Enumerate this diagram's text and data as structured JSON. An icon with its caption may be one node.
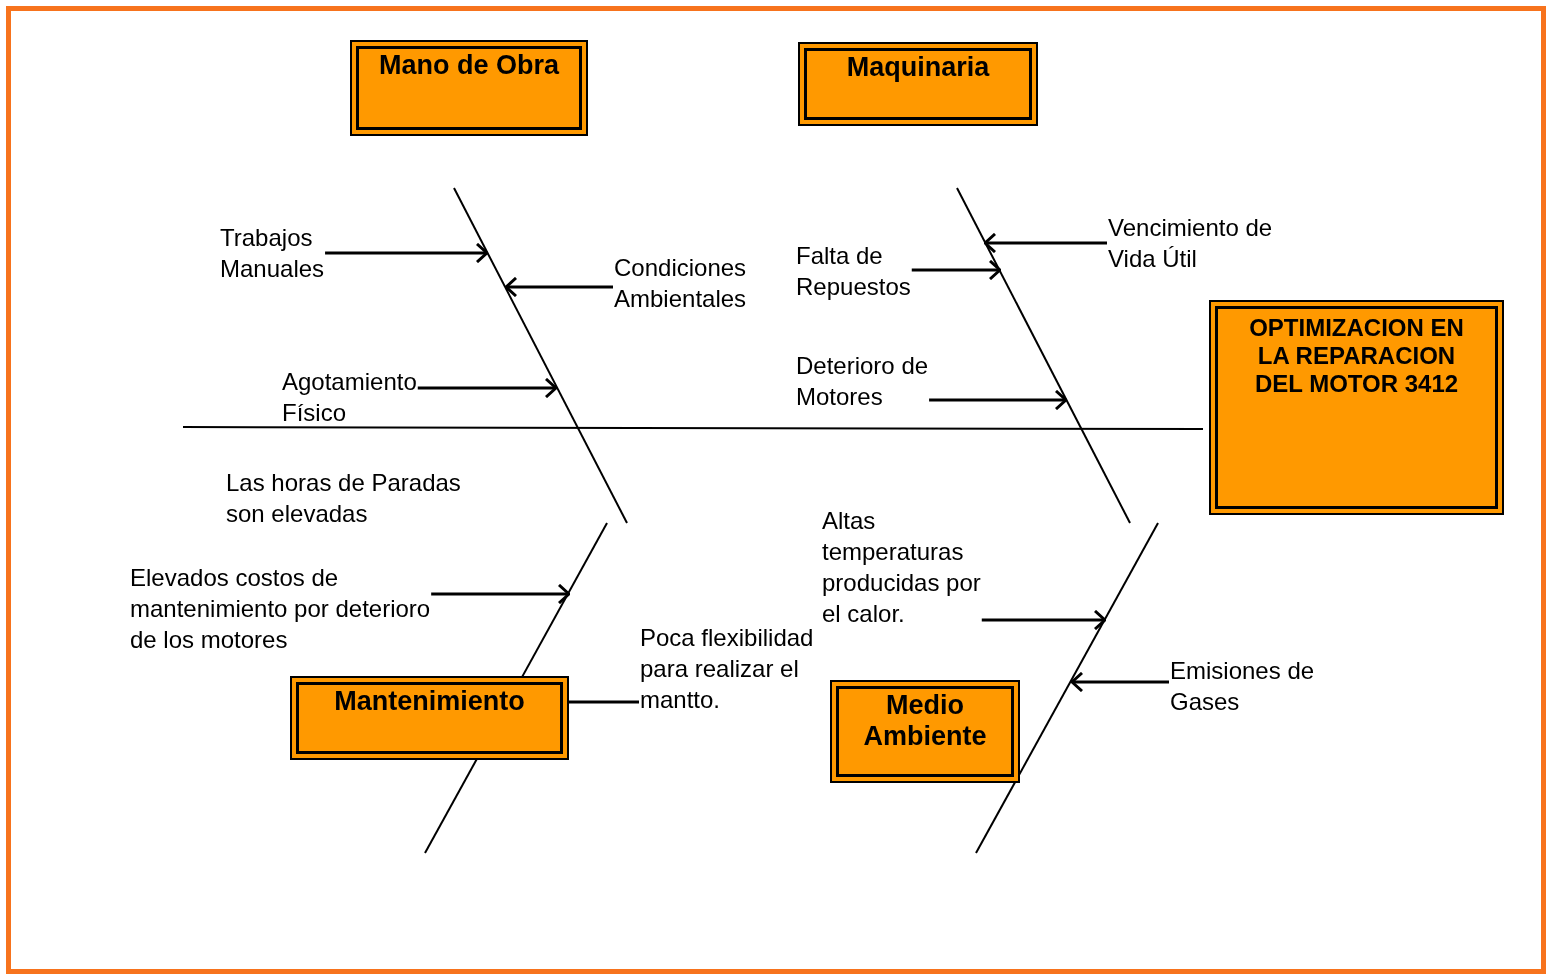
{
  "diagram": {
    "nodes": [
      {
        "text": [
          "Mano de Obra"
        ]
      },
      {
        "text": [
          "Maquinaria"
        ]
      },
      {
        "text": [
          "OPTIMIZACION EN LA REPARACION DEL MOTOR 3412"
        ]
      },
      {
        "text": [
          "Trabajos Manuales"
        ]
      },
      {
        "text": [
          "Condiciones Ambientales"
        ]
      },
      {
        "text": [
          "Agotamiento Físico"
        ]
      },
      {
        "text": [
          "Vencimiento de Vida Útil"
        ]
      },
      {
        "text": [
          "Falta de Repuestos"
        ]
      },
      {
        "text": [
          "Deterioro de Motores"
        ]
      },
      {
        "text": [
          "Altas temperaturas producidas por el calor."
        ]
      },
      {
        "text": [
          "Elevados costos de mantenimiento por deterioro de los motores"
        ]
      },
      {
        "text": [
          "Poca flexibilidad para realizar el mantto."
        ]
      },
      {
        "text": [
          "Mantenimiento"
        ]
      },
      {
        "text": [
          "Medio Ambiente"
        ]
      },
      {
        "text": [
          "Emisiones de Gases"
        ]
      }
    ],
    "edges": [
      {
        "from": 3,
        "to": null,
        "arrow": "to"
      },
      {
        "from": 4,
        "to": null,
        "arrow": "to"
      },
      {
        "from": 5,
        "to": null,
        "arrow": "to"
      },
      {
        "from": 6,
        "to": null,
        "arrow": "to"
      },
      {
        "from": 7,
        "to": null,
        "arrow": "to"
      },
      {
        "from": 8,
        "to": null,
        "arrow": "to"
      },
      {
        "from": 9,
        "to": null,
        "arrow": "to"
      },
      {
        "from": 10,
        "to": null,
        "arrow": "to"
      },
      {
        "from": 11,
        "to": 12,
        "arrow": "none"
      },
      {
        "from": 14,
        "to": null,
        "arrow": "to"
      }
    ],
    "labels": [
      "Las horas de Paradas son elevadas"
    ]
  }
}
